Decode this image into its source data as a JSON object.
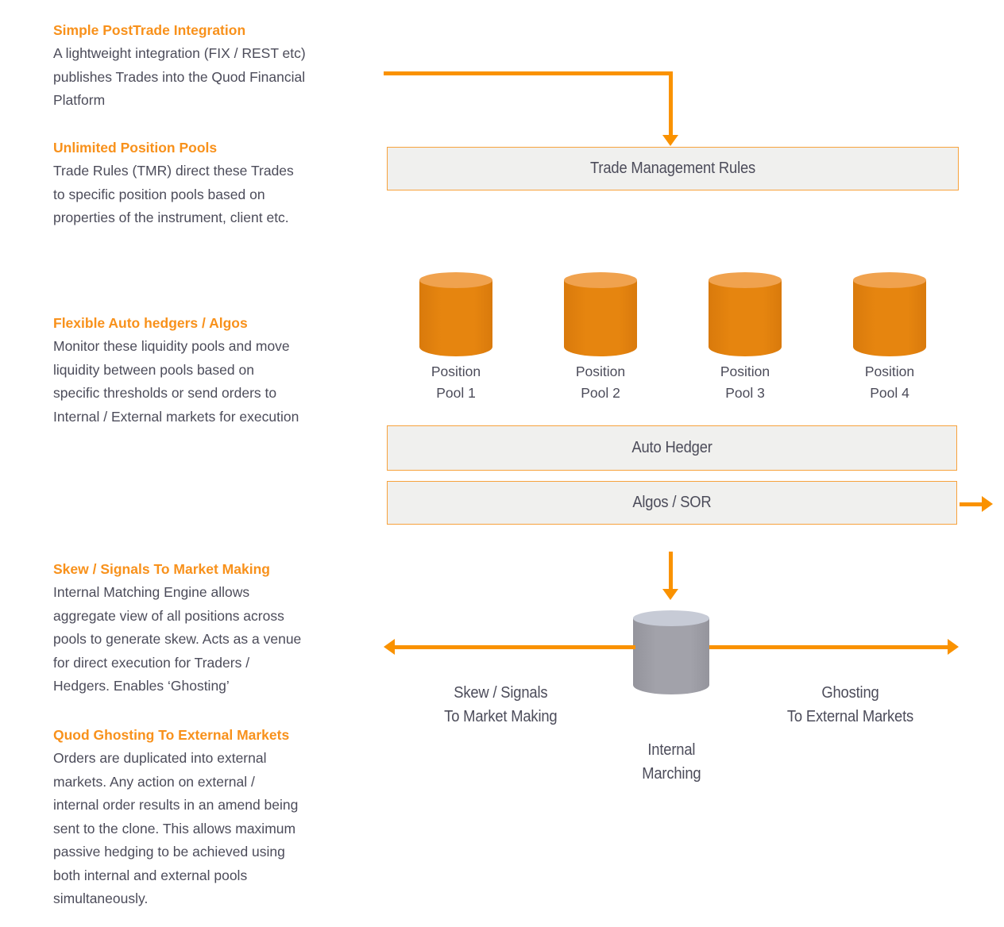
{
  "colors": {
    "accent_orange": "#F8911B",
    "arrow_orange": "#FA9200",
    "box_fill": "#F0F0EE",
    "box_border": "#F7A23C",
    "pool_cylinder_body": "#E6850F",
    "pool_cylinder_top": "#F0A24E",
    "matching_cylinder_body": "#A2A2AA",
    "matching_cylinder_top": "#C7CBD6",
    "text_dark": "#4C4C5A"
  },
  "annotations": [
    {
      "heading": "Simple PostTrade Integration",
      "body": [
        "A lightweight integration (FIX / REST etc)",
        "publishes Trades into the Quod Financial",
        "Platform"
      ]
    },
    {
      "heading": "Unlimited Position Pools",
      "body": [
        "Trade Rules (TMR) direct these Trades",
        "to specific position pools based on",
        "properties of the instrument, client etc."
      ]
    },
    {
      "heading": "Flexible Auto hedgers / Algos",
      "body": [
        "Monitor these liquidity pools and move",
        "liquidity between pools based on",
        "specific thresholds or send orders to",
        "Internal / External markets for execution"
      ]
    },
    {
      "heading": "Skew / Signals To Market Making",
      "body": [
        "Internal Matching Engine allows",
        "aggregate view of all positions across",
        "pools to generate skew. Acts as a venue",
        "for direct execution for Traders /",
        "Hedgers. Enables ‘Ghosting’"
      ]
    },
    {
      "heading": "Quod Ghosting To External Markets",
      "body": [
        "Orders are duplicated into external",
        "markets. Any action on external /",
        "internal order results in an amend being",
        "sent to the clone. This allows maximum",
        "passive hedging to be achieved using",
        "both internal and external pools",
        "simultaneously."
      ]
    }
  ],
  "diagram": {
    "trade_management_rules": "Trade Management Rules",
    "auto_hedger": "Auto Hedger",
    "algos_sor": "Algos / SOR",
    "pools": [
      {
        "label": [
          "Position",
          "Pool 1"
        ]
      },
      {
        "label": [
          "Position",
          "Pool 2"
        ]
      },
      {
        "label": [
          "Position",
          "Pool 3"
        ]
      },
      {
        "label": [
          "Position",
          "Pool 4"
        ]
      }
    ],
    "internal_matching": [
      "Internal",
      "Marching"
    ],
    "left_flow": [
      "Skew / Signals",
      "To Market Making"
    ],
    "right_flow": [
      "Ghosting",
      "To External Markets"
    ]
  }
}
